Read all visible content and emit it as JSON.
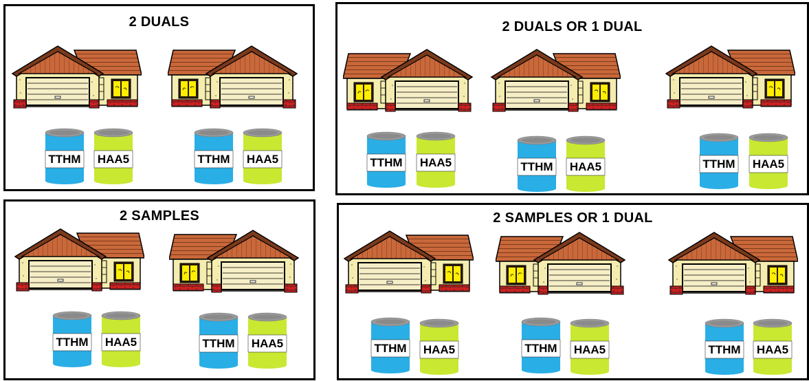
{
  "panels": [
    {
      "title": "2 DUALS",
      "houses": [
        "house",
        "house-mirror"
      ],
      "cans": [
        {
          "kind": "tthm",
          "label": "TTHM"
        },
        {
          "kind": "haa5",
          "label": "HAA5"
        },
        {
          "kind": "tthm",
          "label": "TTHM"
        },
        {
          "kind": "haa5",
          "label": "HAA5"
        }
      ]
    },
    {
      "title": "2 DUALS OR 1 DUAL",
      "houses": [
        "house-mirror",
        "house",
        "house"
      ],
      "cans": [
        {
          "kind": "tthm",
          "label": "TTHM"
        },
        {
          "kind": "haa5",
          "label": "HAA5"
        },
        {
          "kind": "tthm",
          "label": "TTHM"
        },
        {
          "kind": "haa5",
          "label": "HAA5"
        },
        {
          "kind": "tthm",
          "label": "TTHM"
        },
        {
          "kind": "haa5",
          "label": "HAA5"
        }
      ]
    },
    {
      "title": "2 SAMPLES",
      "houses": [
        "house",
        "house-mirror"
      ],
      "cans": [
        {
          "kind": "tthm",
          "label": "TTHM"
        },
        {
          "kind": "haa5",
          "label": "HAA5"
        },
        {
          "kind": "tthm",
          "label": "TTHM"
        },
        {
          "kind": "haa5",
          "label": "HAA5"
        }
      ]
    },
    {
      "title": "2 SAMPLES OR 1 DUAL",
      "houses": [
        "house",
        "house-mirror",
        "house"
      ],
      "cans": [
        {
          "kind": "tthm",
          "label": "TTHM"
        },
        {
          "kind": "haa5",
          "label": "HAA5"
        },
        {
          "kind": "tthm",
          "label": "TTHM"
        },
        {
          "kind": "haa5",
          "label": "HAA5"
        },
        {
          "kind": "tthm",
          "label": "TTHM"
        },
        {
          "kind": "haa5",
          "label": "HAA5"
        }
      ]
    }
  ],
  "colors": {
    "roof": "#c9683a",
    "wall": "#f5ecb0",
    "garage": "#f6eec6",
    "window": "#ffee00",
    "brick": "#d02020",
    "tthm": "#2aaee6",
    "haa5": "#c8e832",
    "lid": "#9a9a9a",
    "label_bg": "#ffffff"
  }
}
